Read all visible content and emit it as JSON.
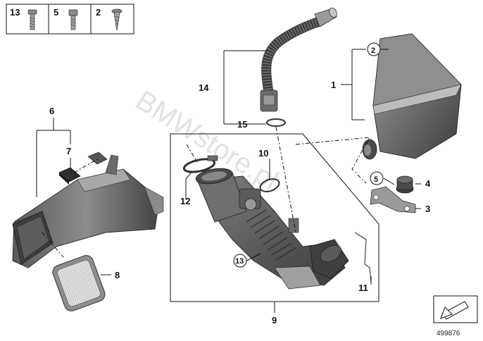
{
  "hardware_box": {
    "items": [
      {
        "number": "13",
        "icon": "bolt-icon"
      },
      {
        "number": "5",
        "icon": "bolt-icon"
      },
      {
        "number": "2",
        "icon": "screw-icon"
      }
    ]
  },
  "callouts": {
    "c1": "1",
    "c2": "2",
    "c3": "3",
    "c4": "4",
    "c5": "5",
    "c6": "6",
    "c7": "7",
    "c8": "8",
    "c9": "9",
    "c10": "10",
    "c11": "11",
    "c12": "12",
    "c13": "13",
    "c14": "14",
    "c15": "15"
  },
  "watermark": "BMWstore.pl",
  "reference_number": "499876",
  "colors": {
    "part_dark": "#4d4d4d",
    "part_mid": "#7a7a7a",
    "part_light": "#b5b5b5",
    "line": "#111111",
    "watermark": "#d8d8d8"
  }
}
